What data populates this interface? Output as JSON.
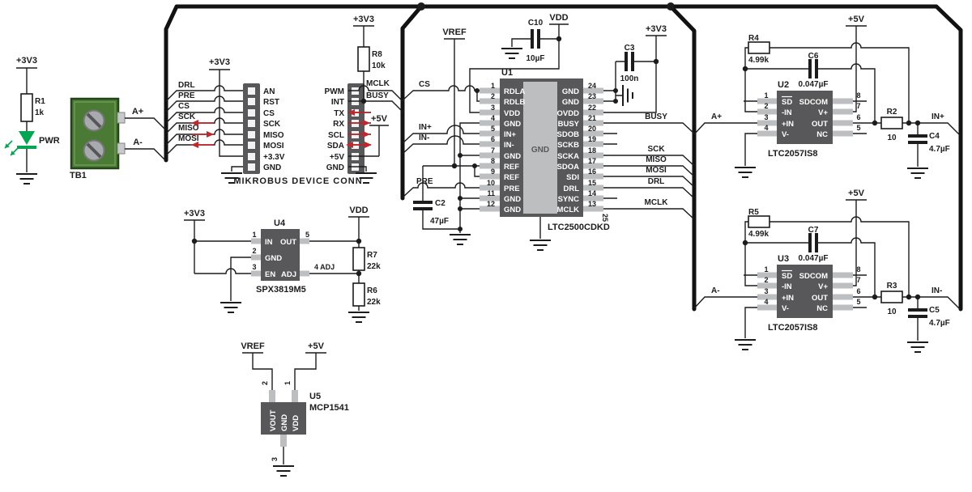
{
  "nets": {
    "a_pos": "A+",
    "a_neg": "A-",
    "cs": "CS",
    "drl": "DRL",
    "pre": "PRE",
    "sck": "SCK",
    "miso": "MISO",
    "mosi": "MOSI",
    "mclk": "MCLK",
    "busy": "BUSY",
    "in_pos": "IN+",
    "in_neg": "IN-"
  },
  "power": {
    "p3v3": "+3V3",
    "p5v": "+5V",
    "vdd": "VDD",
    "vref": "VREF"
  },
  "led": {
    "res_ref": "R1",
    "res_val": "1k",
    "label": "PWR"
  },
  "tb1": {
    "ref": "TB1"
  },
  "mikrobus": {
    "title": "MIKROBUS DEVICE CONN",
    "left_pins": [
      "AN",
      "RST",
      "CS",
      "SCK",
      "MISO",
      "MOSI",
      "+3.3V",
      "GND"
    ],
    "right_pins": [
      "PWM",
      "INT",
      "TX",
      "RX",
      "SCL",
      "SDA",
      "+5V",
      "GND"
    ],
    "pull": {
      "ref": "R8",
      "val": "10k"
    }
  },
  "u1": {
    "ref": "U1",
    "part": "LTC2500CDKD",
    "pad": "GND",
    "pad_pin": "25",
    "pins_left": [
      {
        "n": "1",
        "name": "RDLA"
      },
      {
        "n": "2",
        "name": "RDLB"
      },
      {
        "n": "3",
        "name": "VDD"
      },
      {
        "n": "4",
        "name": "GND"
      },
      {
        "n": "5",
        "name": "IN+"
      },
      {
        "n": "6",
        "name": "IN-"
      },
      {
        "n": "7",
        "name": "GND"
      },
      {
        "n": "8",
        "name": "REF"
      },
      {
        "n": "9",
        "name": "REF"
      },
      {
        "n": "10",
        "name": "PRE"
      },
      {
        "n": "11",
        "name": "GND"
      },
      {
        "n": "12",
        "name": "GND"
      }
    ],
    "pins_right": [
      {
        "n": "24",
        "name": "GND"
      },
      {
        "n": "23",
        "name": "GND"
      },
      {
        "n": "22",
        "name": "OVDD"
      },
      {
        "n": "21",
        "name": "BUSY"
      },
      {
        "n": "20",
        "name": "SDOB"
      },
      {
        "n": "19",
        "name": "SCKB"
      },
      {
        "n": "18",
        "name": "SCKA"
      },
      {
        "n": "17",
        "name": "SDOA"
      },
      {
        "n": "16",
        "name": "SDI"
      },
      {
        "n": "15",
        "name": "DRL"
      },
      {
        "n": "14",
        "name": "SYNC"
      },
      {
        "n": "13",
        "name": "MCLK"
      }
    ],
    "c10": {
      "ref": "C10",
      "val": "10µF"
    },
    "c3": {
      "ref": "C3",
      "val": "100n"
    },
    "c2": {
      "ref": "C2",
      "val": "47µF"
    }
  },
  "amp_top": {
    "ref": "U2",
    "part": "LTC2057IS8",
    "pins_left": [
      {
        "n": "1",
        "name": "SD"
      },
      {
        "n": "2",
        "name": "-IN"
      },
      {
        "n": "3",
        "name": "+IN"
      },
      {
        "n": "4",
        "name": "V-"
      }
    ],
    "pins_right": [
      {
        "n": "8",
        "name": "SDCOM"
      },
      {
        "n": "7",
        "name": "V+"
      },
      {
        "n": "6",
        "name": "OUT"
      },
      {
        "n": "5",
        "name": "NC"
      }
    ],
    "rf": {
      "ref": "R4",
      "val": "4.99k"
    },
    "cf": {
      "ref": "C6",
      "val": "0.047µF"
    },
    "rs": {
      "ref": "R2",
      "val": "10"
    },
    "cb": {
      "ref": "C4",
      "val": "4.7µF"
    }
  },
  "amp_bot": {
    "ref": "U3",
    "part": "LTC2057IS8",
    "pins_left": [
      {
        "n": "1",
        "name": "SD"
      },
      {
        "n": "2",
        "name": "-IN"
      },
      {
        "n": "3",
        "name": "+IN"
      },
      {
        "n": "4",
        "name": "V-"
      }
    ],
    "pins_right": [
      {
        "n": "8",
        "name": "SDCOM"
      },
      {
        "n": "7",
        "name": "V+"
      },
      {
        "n": "6",
        "name": "OUT"
      },
      {
        "n": "5",
        "name": "NC"
      }
    ],
    "rf": {
      "ref": "R5",
      "val": "4.99k"
    },
    "cf": {
      "ref": "C7",
      "val": "0.047µF"
    },
    "rs": {
      "ref": "R3",
      "val": "10"
    },
    "cb": {
      "ref": "C5",
      "val": "4.7µF"
    }
  },
  "ldo": {
    "ref": "U4",
    "part": "SPX3819M5",
    "n_in": "1",
    "n_gnd": "2",
    "n_en": "3",
    "n_out": "5",
    "n_adj": "4 ADJ",
    "in": "IN",
    "out": "OUT",
    "gnd": "GND",
    "en": "EN",
    "adj": "ADJ",
    "r_top": {
      "ref": "R7",
      "val": "22k"
    },
    "r_bot": {
      "ref": "R6",
      "val": "22k"
    }
  },
  "vref_ic": {
    "ref": "U5",
    "part": "MCP1541",
    "vout": "VOUT",
    "gnd": "GND",
    "vdd": "VDD",
    "n_vout": "2",
    "n_vdd": "1",
    "n_gnd": "3"
  }
}
